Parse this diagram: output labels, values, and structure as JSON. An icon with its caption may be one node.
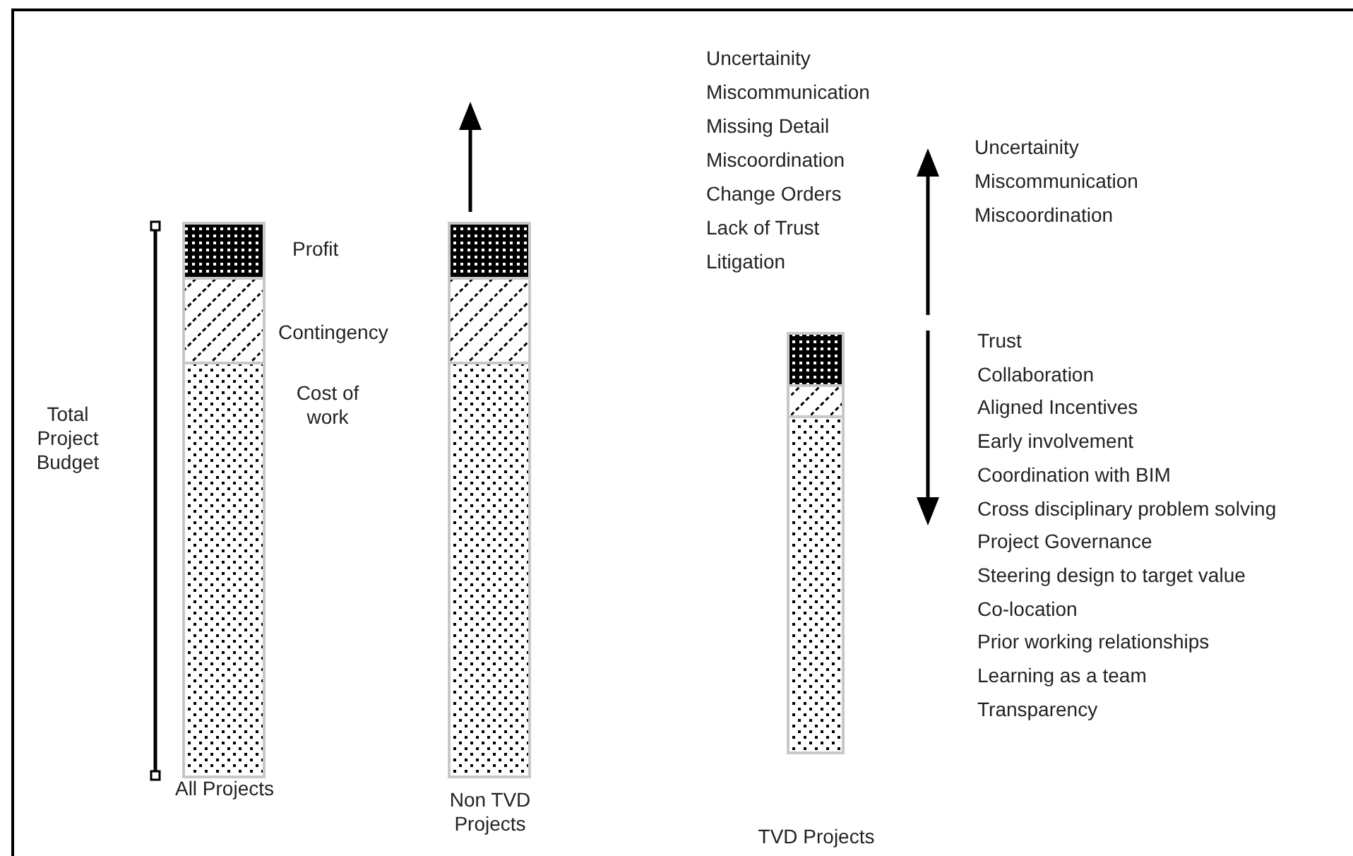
{
  "diagram": {
    "labels": [
      "Uncertainity",
      "Miscommunication",
      "Missing Detail",
      "Miscoordination",
      "Change Orders",
      "Lack of Trust",
      "Litigation",
      "Uncertainity",
      "Miscommunication",
      "Miscoordination",
      "Profit",
      "Contingency",
      "Cost of work",
      "Total Project Budget",
      "Trust",
      "Collaboration",
      "Aligned Incentives",
      "Early involvement",
      "Coordination with BIM",
      "Cross disciplinary problem solving",
      "Project Governance",
      "Steering design to target value",
      "Co-location",
      "Prior working relationships",
      "Learning as a team",
      "Transparency",
      "All Projects",
      "Non TVD Projects",
      "TVD Projects"
    ]
  }
}
